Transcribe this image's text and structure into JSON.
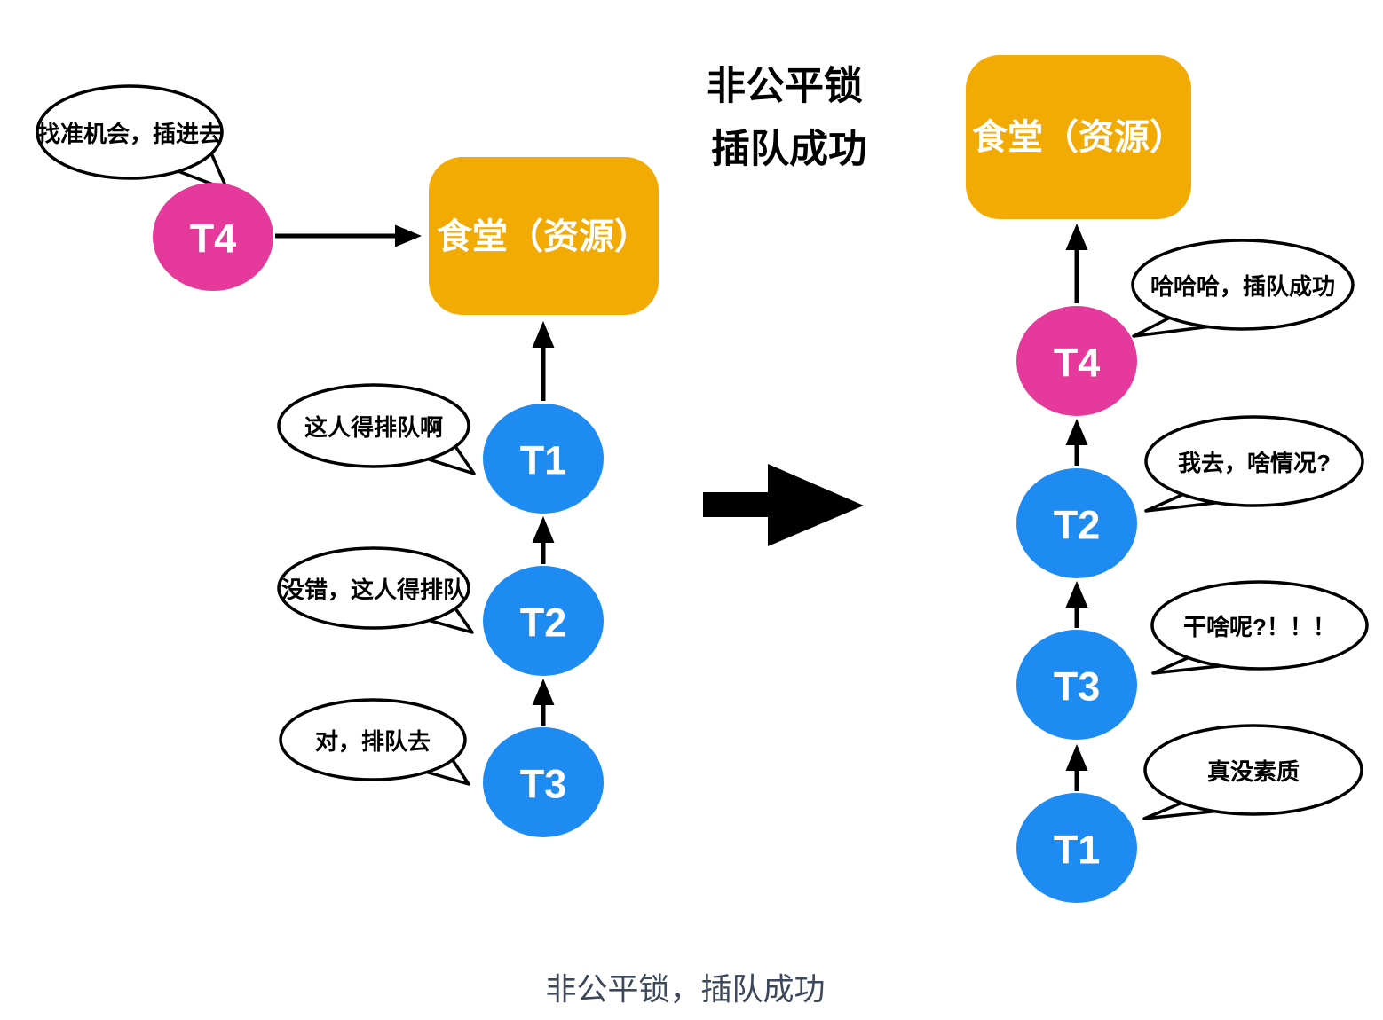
{
  "title": {
    "line1": "非公平锁",
    "line2": "插队成功"
  },
  "caption": "非公平锁，插队成功",
  "colors": {
    "pink": "#E5399B",
    "blue": "#1E8BF2",
    "orange": "#F2AA05",
    "caption_text": "#3C485A"
  },
  "left": {
    "resource_label": "食堂（资源）",
    "threads": [
      {
        "id": "T4",
        "bubble": "找准机会，插进去"
      },
      {
        "id": "T1",
        "bubble": "这人得排队啊"
      },
      {
        "id": "T2",
        "bubble": "没错，这人得排队"
      },
      {
        "id": "T3",
        "bubble": "对，排队去"
      }
    ]
  },
  "right": {
    "resource_label": "食堂（资源）",
    "threads": [
      {
        "id": "T4",
        "bubble": "哈哈哈，插队成功"
      },
      {
        "id": "T2",
        "bubble": "我去，啥情况?"
      },
      {
        "id": "T3",
        "bubble": "干啥呢?！！！"
      },
      {
        "id": "T1",
        "bubble": "真没素质"
      }
    ]
  }
}
